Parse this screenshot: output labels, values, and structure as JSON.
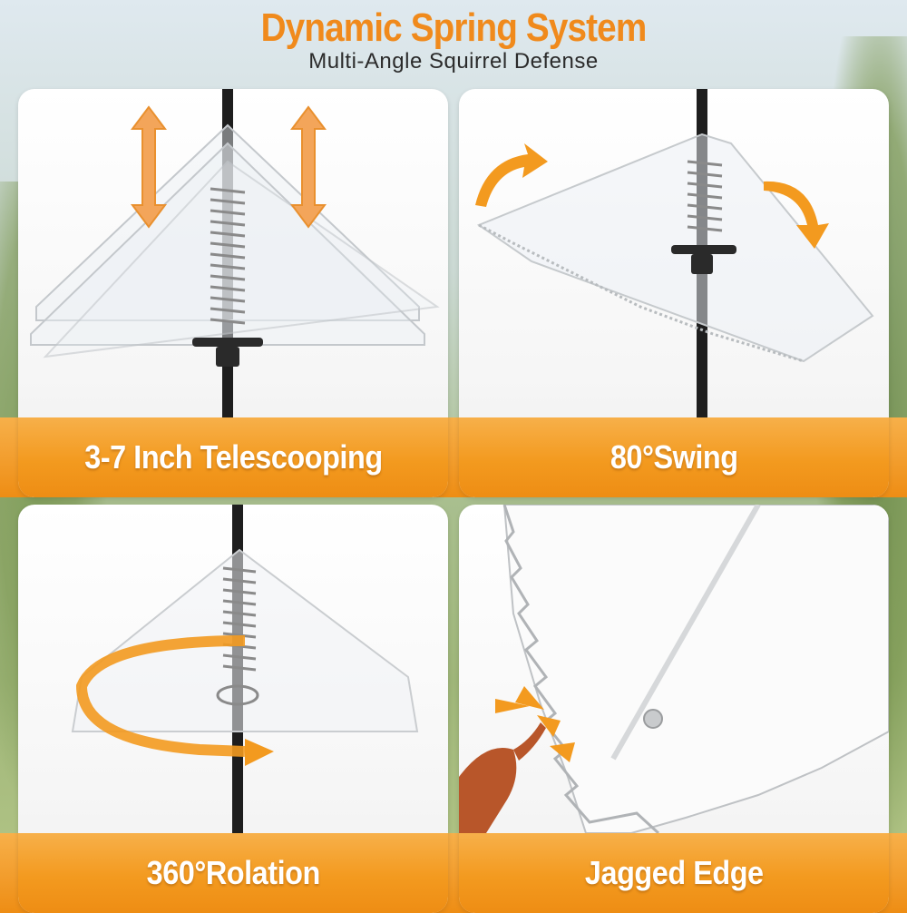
{
  "header": {
    "title": "Dynamic Spring System",
    "subtitle": "Multi-Angle Squirrel Defense"
  },
  "panels": [
    {
      "label": "3-7 Inch Telescooping"
    },
    {
      "label": "80°Swing"
    },
    {
      "label": "360°Rolation"
    },
    {
      "label": "Jagged Edge"
    }
  ],
  "colors": {
    "accent": "#f39a1f",
    "title": "#f08a1c",
    "pole": "#1e1e1e",
    "label_text": "#ffffff"
  },
  "icons": [
    "up-down-arrow-icon",
    "curved-arrow-icon",
    "circular-arrow-icon",
    "claw-scratch-icon"
  ]
}
